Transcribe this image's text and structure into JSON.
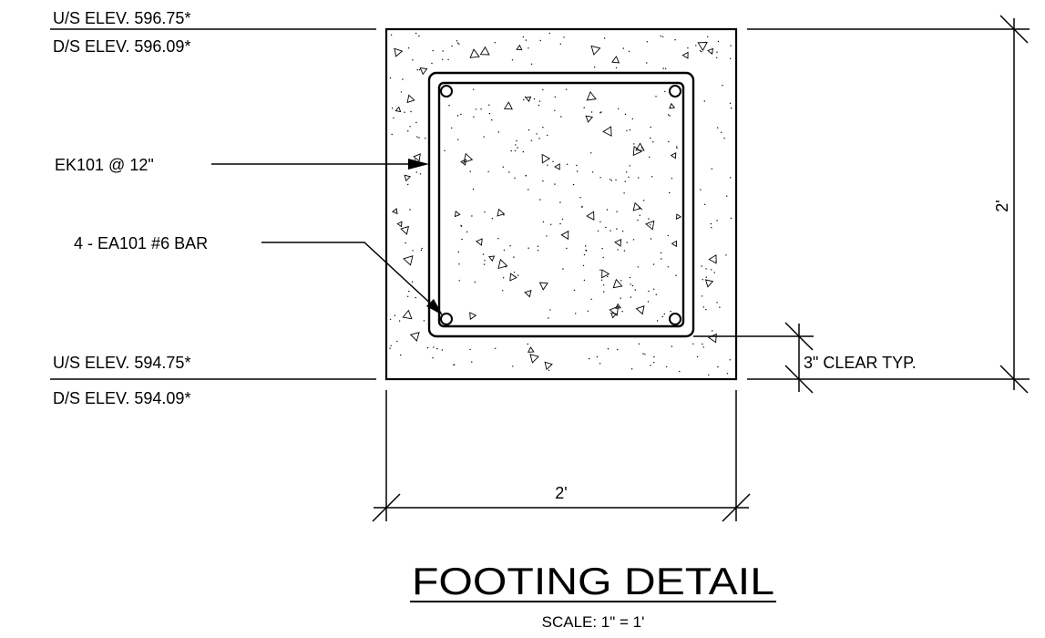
{
  "elevations": {
    "top_us": "U/S ELEV. 596.75*",
    "top_ds": "D/S ELEV. 596.09*",
    "bottom_us": "U/S ELEV. 594.75*",
    "bottom_ds": "D/S ELEV. 594.09*"
  },
  "callouts": {
    "stirrup": "EK101 @ 12\"",
    "bars": "4 - EA101 #6 BAR",
    "clear_cover": "3\" CLEAR TYP."
  },
  "dimensions": {
    "height": "2'",
    "width": "2'"
  },
  "title": {
    "main": "FOOTING DETAIL",
    "scale": "SCALE: 1\" = 1'"
  },
  "colors": {
    "line": "#000000",
    "background": "#ffffff"
  }
}
